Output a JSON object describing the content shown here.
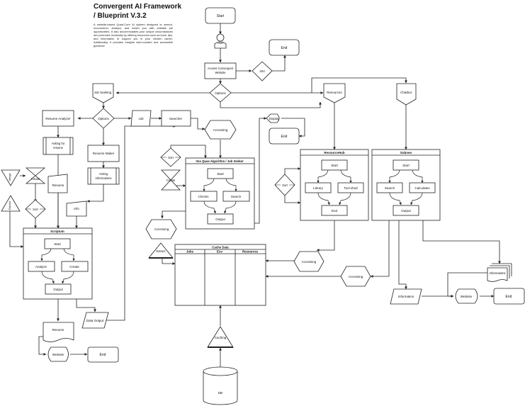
{
  "header": {
    "title_line1": "Convergent AI Framework",
    "title_line2": "/ Blueprint V.3.2",
    "description": "A website-based Quad-Core AI system designed to search, recommend, analyze, and match you with suitable job opportunities. It also accommodates your unique circumstances and promotes inclusivity by offering resources such as tools, tips, and information to support you in your chosen career. Additionally, it provides insights well-rounded and accessible guidance"
  },
  "nodes": {
    "start_main": "Start",
    "user": "User",
    "end_top": "End",
    "access_website": "Access Convergent Website",
    "error_404": "404",
    "options_main": "Options",
    "job_seeking": "Job Seeking",
    "resources": "Resources",
    "chatbot": "Chatbot",
    "resume_analyzer": "Resume Analyzer",
    "options_sub": "Options",
    "job": "Job",
    "searcher": "Searcher",
    "display": "Display",
    "end_display": "End",
    "accessing_top": "Accessing",
    "asking_resume": "Asking for resume",
    "resume_maker": "Resume Maker",
    "asking_info": "Asking Informations",
    "resume_doc": "Resume",
    "info": "Info",
    "sort_left": "Sort",
    "create_left": "Create",
    "merge_left": "Merge",
    "extract_left": "Extract",
    "sort_mid": "Sort",
    "create_mid": "Create",
    "accessing_mid": "Accessing",
    "extract_mid": "Extract",
    "sort_right": "Sort",
    "resume_bottom": "Resume",
    "website_bottom": "Website",
    "end_bottom": "End",
    "data_output": "Data Output",
    "caching": "Caching",
    "db": "DB",
    "accessing_cache": "Accessing",
    "accessing_right": "Accessing",
    "information": "Information",
    "website_right": "Website",
    "end_right": "End",
    "informations_doc": "Informations"
  },
  "boxes": {
    "scriptum": {
      "title": "Scriptum",
      "start": "Start",
      "analyze": "Analyze",
      "create": "Create",
      "output": "Output"
    },
    "voxquae": {
      "title": "Vox Quae Algorithm / Job Seeker",
      "start": "Start",
      "checks": "Checks",
      "search": "Search",
      "output": "Output"
    },
    "resourcehub": {
      "title": "ResourceHub",
      "start": "Start",
      "library": "Library",
      "toolshed": "Tool shed",
      "end": "End"
    },
    "subneo": {
      "title": "Subneo",
      "start": "Start",
      "search": "Search",
      "calculates": "Calculates",
      "output": "Output"
    },
    "cache": {
      "title": "Cache Data",
      "col1": "Jobs",
      "col2": "Eco",
      "col3": "Resources"
    }
  },
  "colors": {
    "stroke": "#222222",
    "fill": "#ffffff",
    "text": "#111111"
  }
}
